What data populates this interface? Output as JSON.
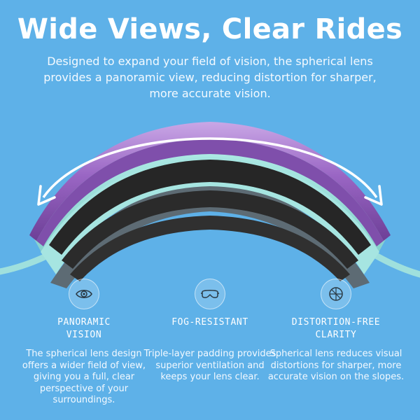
{
  "header": {
    "title": "Wide Views, Clear Rides",
    "subtitle": "Designed to expand your field of vision, the spherical lens provides a panoramic view, reducing distortion for sharper, more accurate vision."
  },
  "colors": {
    "background": "#5eb1e8",
    "lens_purple": "#8d5bb5",
    "frame_mint": "#9fe0dd",
    "foam_black": "#232323",
    "text": "#ffffff"
  },
  "features": [
    {
      "icon": "eye-icon",
      "heading_line1": "PANORAMIC",
      "heading_line2": "VISION",
      "description": "The spherical lens design offers a wider field of view, giving you a full, clear perspective of your surroundings."
    },
    {
      "icon": "goggles-icon",
      "heading_line1": "FOG-RESISTANT",
      "heading_line2": "",
      "description": "Triple-layer padding provides superior ventilation and keeps your lens clear."
    },
    {
      "icon": "lens-globe-icon",
      "heading_line1": "DISTORTION-FREE",
      "heading_line2": "CLARITY",
      "description": "Spherical lens reduces visual distortions for sharper, more accurate vision on the slopes."
    }
  ]
}
